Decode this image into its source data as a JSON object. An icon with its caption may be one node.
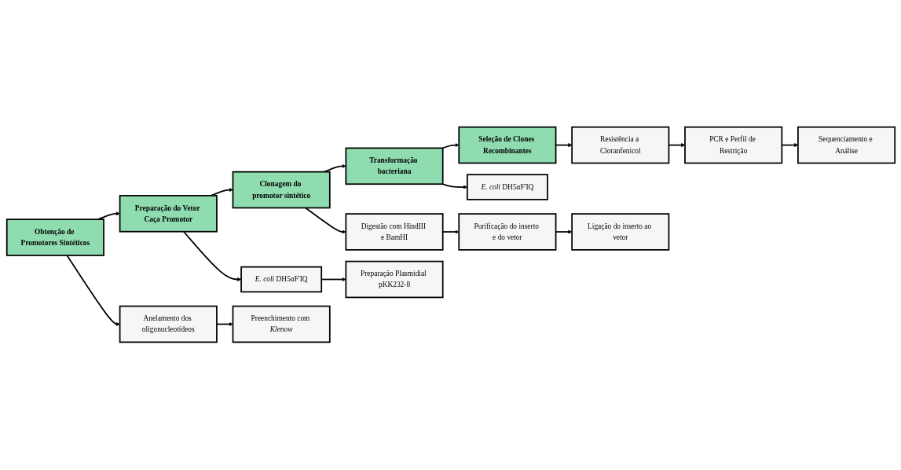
{
  "diagram": {
    "nodes": [
      {
        "text": [
          "Obtenção de Promotores Sintéticos"
        ]
      },
      {
        "text": [
          "Preparação do Vetor Caça Promotor"
        ]
      },
      {
        "text": [
          "Clonagem do promotor sintético"
        ]
      },
      {
        "text": [
          "Transformação bacteriana"
        ]
      },
      {
        "text": [
          "Seleção de Clones Recombinantes"
        ]
      },
      {
        "text": [
          "Anelamento dos oligonucleotídeos"
        ]
      },
      {
        "text": [
          "*E. coli* DH5αF'IQ"
        ]
      },
      {
        "text": [
          "Digestão com HindIII e BamHI"
        ]
      },
      {
        "text": [
          "*E. coli* DH5αF'IQ"
        ]
      },
      {
        "text": [
          "Resistência a Cloranfenicol"
        ]
      },
      {
        "text": [
          "Preenchimento com *Klenow*"
        ]
      },
      {
        "text": [
          "Preparação Plasmidial pKK232-8"
        ]
      },
      {
        "text": [
          "Purificação do inserto e do vetor"
        ]
      },
      {
        "text": [
          "PCR e Perfil de Restrição"
        ]
      },
      {
        "text": [
          "Ligação do inserto ao vetor"
        ]
      },
      {
        "text": [
          "Sequenciamento e Análise"
        ]
      }
    ],
    "edges": [
      {
        "from": 0,
        "to": 1,
        "arrow": "to"
      },
      {
        "from": 1,
        "to": 2,
        "arrow": "to"
      },
      {
        "from": 2,
        "to": 3,
        "arrow": "to"
      },
      {
        "from": 3,
        "to": 4,
        "arrow": "to"
      },
      {
        "from": 0,
        "to": 5,
        "arrow": "to"
      },
      {
        "from": 5,
        "to": 10,
        "arrow": "to"
      },
      {
        "from": 1,
        "to": 6,
        "arrow": "to"
      },
      {
        "from": 6,
        "to": 11,
        "arrow": "to"
      },
      {
        "from": 2,
        "to": 7,
        "arrow": "to"
      },
      {
        "from": 7,
        "to": 12,
        "arrow": "to"
      },
      {
        "from": 12,
        "to": 14,
        "arrow": "to"
      },
      {
        "from": 3,
        "to": 8,
        "arrow": "to"
      },
      {
        "from": 4,
        "to": 9,
        "arrow": "to"
      },
      {
        "from": 9,
        "to": 13,
        "arrow": "to"
      },
      {
        "from": 13,
        "to": 15,
        "arrow": "to"
      }
    ]
  }
}
